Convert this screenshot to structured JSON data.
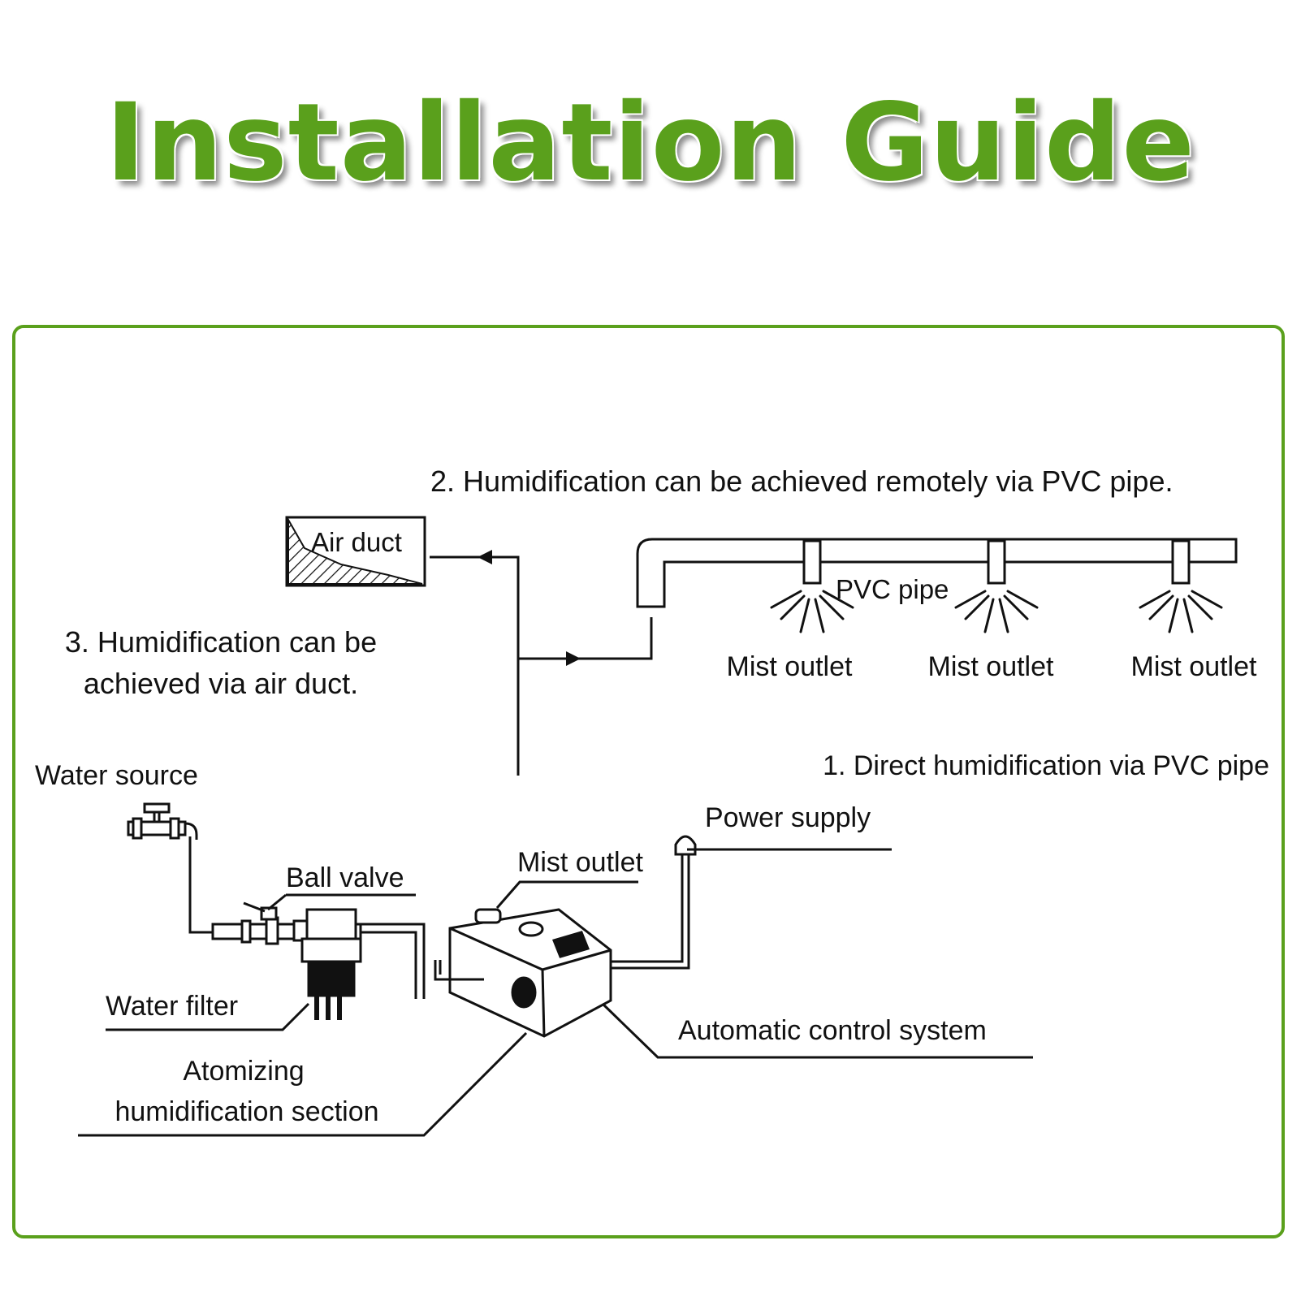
{
  "title": "Installation Guide",
  "colors": {
    "accent": "#5aa01c",
    "title": "#5aa01c",
    "ink": "#111111"
  },
  "labels": {
    "remote_pvc": "2. Humidification can be achieved remotely via PVC pipe.",
    "air_duct": "Air duct",
    "air_duct_note_line1": "3. Humidification can be",
    "air_duct_note_line2": "achieved via air duct.",
    "pvc_pipe": "PVC pipe",
    "mist_outlets": [
      "Mist outlet",
      "Mist outlet",
      "Mist outlet"
    ],
    "direct_pvc": "1. Direct humidification via PVC pipe",
    "water_source": "Water source",
    "power_supply": "Power supply",
    "unit_mist_outlet": "Mist outlet",
    "ball_valve": "Ball valve",
    "water_filter": "Water filter",
    "atomizing_line1": "Atomizing",
    "atomizing_line2": "humidification section",
    "automatic_control": "Automatic control system"
  }
}
